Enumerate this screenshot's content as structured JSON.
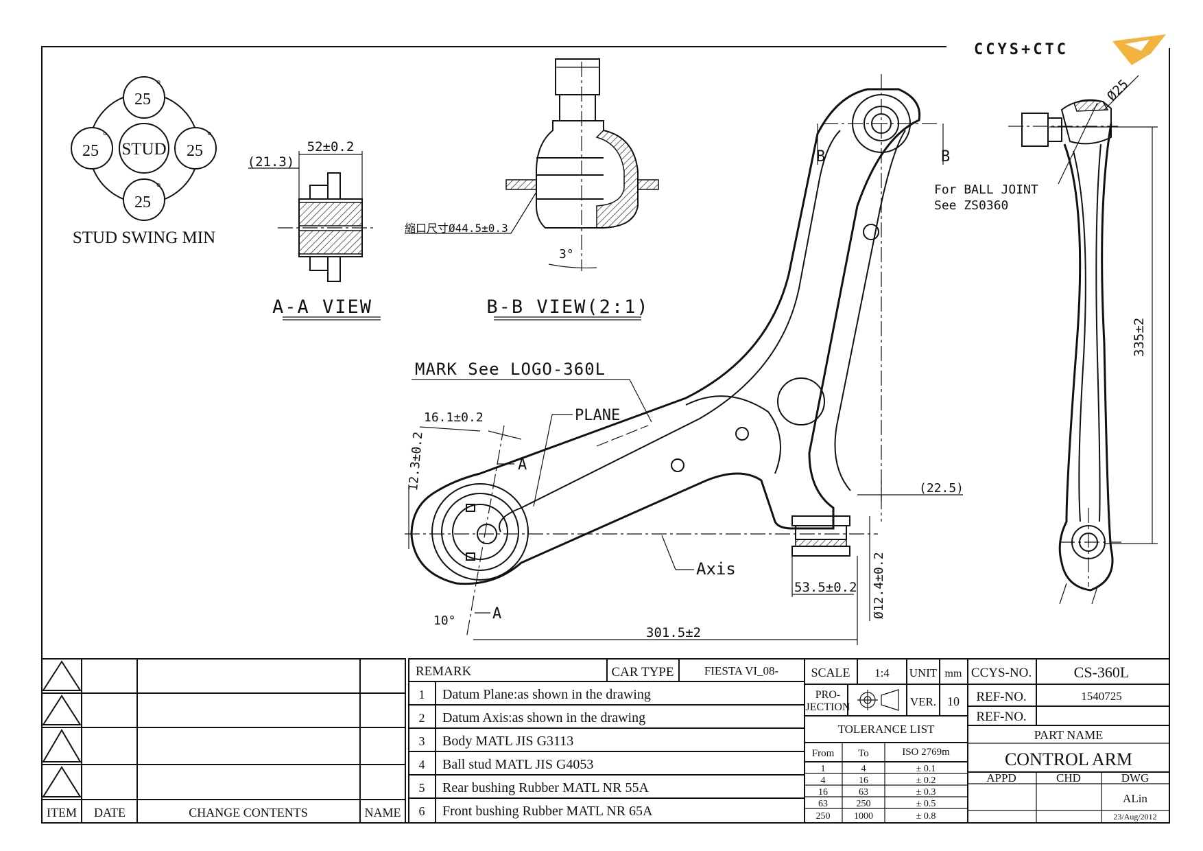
{
  "logo": {
    "text": "CCYS+CTC"
  },
  "views": {
    "stud_swing": {
      "label": "STUD SWING MIN",
      "center": "STUD",
      "angle": "25",
      "degree": "°"
    },
    "aa": {
      "label": "A-A VIEW",
      "dim_width": "52±0.2",
      "dim_offset": "(21.3)"
    },
    "bb": {
      "label": "B-B VIEW(2:1)",
      "dim_neck": "縮口尺寸Ø44.5±0.3",
      "dim_angle": "3°"
    },
    "main": {
      "mark_note": "MARK See LOGO-360L",
      "plane": "PLANE",
      "axis": "Axis",
      "dim_161": "16.1±0.2",
      "dim_123": "12.3±0.2",
      "dim_angle10": "10°",
      "dim_3015": "301.5±2",
      "dim_535": "53.5±0.2",
      "dim_124": "Ø12.4±0.2",
      "dim_225": "(22.5)",
      "section_a": "A",
      "section_b": "B",
      "ball_joint_note_1": "For BALL JOINT",
      "ball_joint_note_2": "See ZS0360"
    },
    "side": {
      "dim_335": "335±2",
      "dim_25": "Ø25"
    }
  },
  "revision_block": {
    "headers": [
      "ITEM",
      "DATE",
      "CHANGE CONTENTS",
      "NAME"
    ]
  },
  "remarks": {
    "header": "REMARK",
    "car_type_label": "CAR TYPE",
    "car_type": "FIESTA VI_08-",
    "items": [
      {
        "no": "1",
        "text": "Datum Plane:as shown in the drawing"
      },
      {
        "no": "2",
        "text": "Datum Axis:as shown in the drawing"
      },
      {
        "no": "3",
        "text": "Body MATL JIS G3113"
      },
      {
        "no": "4",
        "text": "Ball stud MATL JIS G4053"
      },
      {
        "no": "5",
        "text": "Rear bushing Rubber MATL NR 55A"
      },
      {
        "no": "6",
        "text": "Front bushing Rubber MATL NR 65A"
      }
    ]
  },
  "scale_block": {
    "scale_label": "SCALE",
    "scale": "1:4",
    "unit_label": "UNIT",
    "unit": "mm",
    "projection_label_1": "PRO-",
    "projection_label_2": "JECTION",
    "ver_label": "VER.",
    "ver": "10"
  },
  "tolerance": {
    "title": "TOLERANCE LIST",
    "headers": [
      "From",
      "To",
      "ISO 2769m"
    ],
    "rows": [
      [
        "1",
        "4",
        "± 0.1"
      ],
      [
        "4",
        "16",
        "± 0.2"
      ],
      [
        "16",
        "63",
        "± 0.3"
      ],
      [
        "63",
        "250",
        "± 0.5"
      ],
      [
        "250",
        "1000",
        "± 0.8"
      ]
    ]
  },
  "title_block": {
    "ccys_no_label": "CCYS-NO.",
    "ccys_no": "CS-360L",
    "ref_no_label": "REF-NO.",
    "ref_no": "1540725",
    "ref_no_label_2": "REF-NO.",
    "ref_no_2": "",
    "part_name_label": "PART NAME",
    "part_name": "CONTROL ARM",
    "appd_label": "APPD",
    "chd_label": "CHD",
    "dwg_label": "DWG",
    "drawn_by": "ALin",
    "date": "23/Aug/2012"
  }
}
